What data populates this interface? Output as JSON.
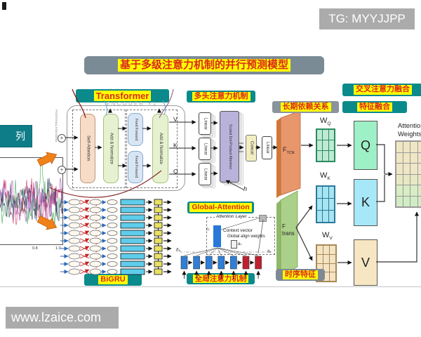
{
  "watermark_tg": "TG: MYYJJPP",
  "watermark_site": "www.lzaice.com",
  "title": "基于多级注意力机制的并行预测模型",
  "input_label": "列",
  "plot": {
    "ticks": [
      "0.8",
      "1.0"
    ]
  },
  "transformer": {
    "header": "Transformer",
    "encoder": "ENCODER ×1",
    "positional": "POSITIONAL ENCODING",
    "self_attention": "Self-Attention",
    "add_norm1": "Add & Normalize",
    "feed_forward1": "Feed Forward",
    "feed_forward2": "Feed Forward",
    "add_norm2": "Add & Normalize",
    "out_v": "V",
    "out_k": "K",
    "out_q": "Q"
  },
  "mha": {
    "header": "多头注意力机制",
    "linear1": "Linear",
    "linear2": "Linear",
    "linear3": "Linear",
    "sdpa": "Scaled Dot-Product Attention",
    "concat": "Concat",
    "linear_out": "Linear",
    "h_label": "h"
  },
  "tcn": {
    "header": "长期依赖关系",
    "f": "F",
    "f_sub": "TCN"
  },
  "trans_feature": {
    "f": "F",
    "f_sub": "trans",
    "footer": "时序特征"
  },
  "fusion": {
    "cross": "交叉注意力融合",
    "feature": "特征融合",
    "wq": "W",
    "wq_sub": "Q",
    "wk": "W",
    "wk_sub": "K",
    "wv": "W",
    "wv_sub": "V",
    "q": "Q",
    "k": "K",
    "v": "V",
    "attw1": "Attention",
    "attw2": "Weights"
  },
  "global_attention": {
    "header": "Global-Attention",
    "layer": "Attention Layer",
    "context": "Context vector",
    "c_label": "cₜ",
    "align": "Global align weights",
    "a_label": "aₜ",
    "hs_label": "h̄ₛ",
    "ht_label": "hₜ",
    "footer": "全局注意力机制",
    "bars": 7,
    "red_bars": 2
  },
  "bigru": {
    "label": "BiGRU",
    "rows": 10
  },
  "colors": {
    "teal": "#0b8a8c",
    "gray_blue": "#7b8b95",
    "gray_tag": "#8a949c",
    "wq_fill": "#bfead2",
    "wq_stroke": "#2a8a60",
    "wk_fill": "#a8e4f2",
    "wk_stroke": "#2a7a9a",
    "wv_fill": "#f4e4c4",
    "wv_stroke": "#a88858",
    "attw_stroke": "#999999",
    "attw_row_fills": [
      "#f0e6c4",
      "#f0e6c4",
      "#efe7c6",
      "#e8e9c4",
      "#d9edc4",
      "#d2edc6"
    ],
    "q_fill": "#9ef0c6",
    "k_fill": "#a6e8f8",
    "v_fill": "#f6e6c2",
    "bar_blue": "#2f7fd8",
    "bar_red": "#c02030",
    "plot_series": [
      "#2f9e44",
      "#9c36b5",
      "#c2255c",
      "#1d3557"
    ]
  }
}
